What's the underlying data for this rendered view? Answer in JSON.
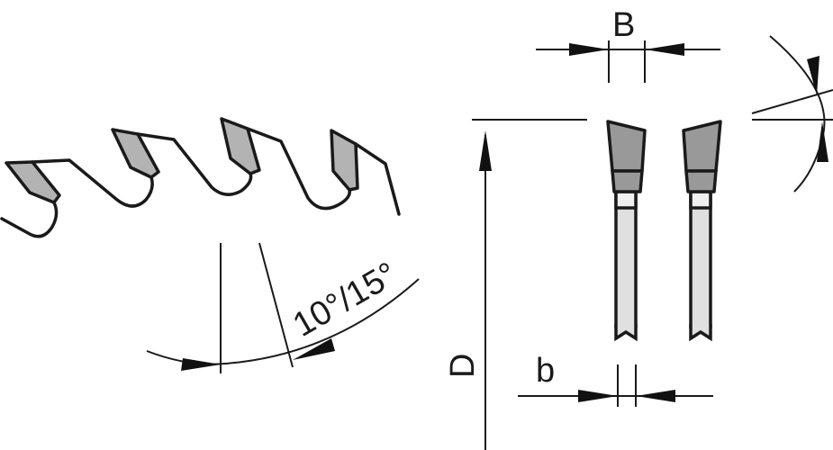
{
  "labels": {
    "width_top": "B",
    "width_bottom": "b",
    "diameter": "D",
    "hook_angle": "10°/15°"
  }
}
